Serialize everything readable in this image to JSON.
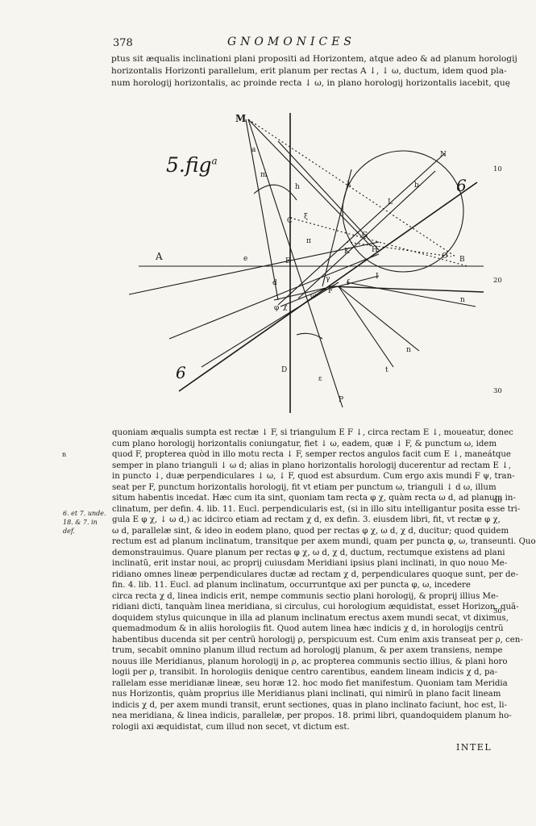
{
  "header": {
    "page_number": "378",
    "running_title": "GNOMONICES"
  },
  "top_text": [
    "ptus sit æqualis inclinationi plani propositi ad Horizontem, atque adeo & ad planum horologij",
    "horizontalis Horizonti parallelum, erit planum per rectas A ↓, ↓ ω, ductum, idem quod pla-",
    "num horologij horizontalis, ac proinde recta ↓ ω, in plano horologij horizontalis iacebit, quę"
  ],
  "figure": {
    "label": "5.",
    "label_suffix": "fig",
    "label_sup": "a",
    "letters": [
      "M",
      "a",
      "m",
      "h",
      "C",
      "ξ",
      "π",
      "A",
      "e",
      "E",
      "λ",
      "L",
      "N",
      "b",
      "G",
      "K",
      "H",
      "O",
      "B",
      "6",
      "6",
      "d",
      "γ",
      "F",
      "f",
      "I",
      "n",
      "φ",
      "χ",
      "ω",
      "n",
      "D",
      "ε",
      "t",
      "P"
    ]
  },
  "margin_numbers": [
    "10",
    "20",
    "30",
    "40",
    "50"
  ],
  "body_text": [
    "quoniam æqualis sumpta est rectæ ↓ F, si triangulum E F ↓, circa rectam E ↓, moueatur, donec",
    "cum plano horologij horizontalis coniungatur, fiet ↓ ω, eadem, quæ ↓ F, & punctum ω, idem",
    "quod F, propterea quòd in illo motu recta ↓ F, semper rectos angulos facit cum E ↓, maneátque",
    "semper in plano trianguli ↓ ω d; alias in plano horizontalis horologij ducerentur ad rectam E ↓,",
    "in puncto ↓, duæ perpendiculares ↓ ω, ↓ F, quod est absurdum. Cum ergo axis mundi F ψ, tran-",
    "seat per F, punctum horizontalis horologij, fit vt etiam per punctum ω, trianguli ↓ d ω, illum",
    "situm habentis incedat. Hæc cum ita sint, quoniam tam recta φ χ, quàm recta ω d, ad planum in-",
    "clinatum, per defin. 4. lib. 11. Eucl. perpendicularis est, (si in illo situ intelligantur posita esse tri-",
    "gula E φ χ, ↓ ω d,) ac idcirco etiam ad rectam χ d, ex defin. 3. eiusdem libri, fit, vt rectæ φ χ,",
    "ω d, parallelæ sint, & ideo in eodem plano, quod per rectas φ χ, ω d, χ d, ducitur; quod quidem",
    "rectum est ad planum inclinatum, transitque per axem mundi, quam per puncta φ, ω, transeunti. Quo",
    "demonstrauimus. Quare planum per rectas φ χ, ω d, χ d, ductum, rectumque existens ad plani",
    "inclinatũ, erit instar noui, ac proprij cuiusdam Meridiani ipsius plani inclinati, in quo nouo Me-",
    "ridiano omnes lineæ perpendiculares ductæ ad rectam χ d, perpendiculares quoque sunt, per de-",
    "fin. 4. lib. 11. Eucl. ad planum inclinatum, occurruntque axi per puncta φ, ω, incedere",
    "circa recta χ d, linea indicis erit, nempe communis sectio plani horologij, & proprij illius Me-",
    "ridiani dicti, tanquàm linea meridiana, si circulus, cui horologium æquidistat, esset Horizon, quã-",
    "doquidem stylus quicunque in illa ad planum inclinatum erectus axem mundi secat, vt diximus,",
    "quemadmodum & in aliis horologiis fit. Quod autem linea hæc indicis χ d, in horologijs centrũ",
    "habentibus ducenda sit per centrũ horologij ρ, perspicuum est. Cum enim axis transeat per ρ, cen-",
    "trum, secabit omnino planum illud rectum ad horologij planum, & per axem transiens, nempe",
    "nouus ille Meridianus, planum horologij in ρ, ac propterea communis sectio illius, & plani horo",
    "logii per ρ, transibit. In horologiis denique centro carentibus, eandem lineam indicis χ d, pa-",
    "rallelam esse meridianæ lineæ, seu horæ 12. hoc modo fiet manifestum. Quoniam tam Meridia",
    "nus Horizontis, quàm proprius ille Meridianus plani inclinati, qui nimirũ in plano facit lineam",
    "indicis χ d, per axem mundi transit, erunt sectiones, quas in plano inclinato faciunt, hoc est, li-",
    "nea meridiana, & linea indicis, parallelæ, per propos. 18. primi libri, quandoquidem planum ho-",
    "rologii axi æquidistat, cum illud non secet, vt dictum est."
  ],
  "margin_note": [
    "6. et 7. unde.",
    "18. & 7. in",
    "def."
  ],
  "catchword": "INTEL",
  "stray_mark": "n"
}
